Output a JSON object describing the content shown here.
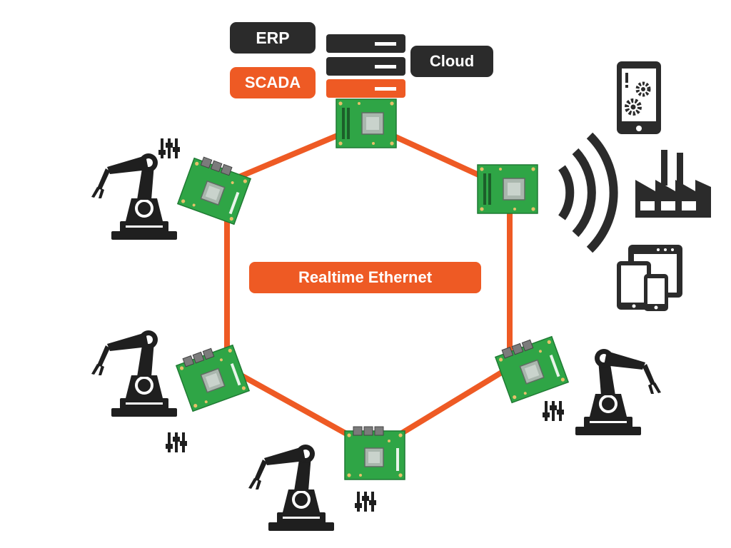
{
  "labels": {
    "erp": "ERP",
    "scada": "SCADA",
    "cloud": "Cloud",
    "network": "Realtime Ethernet"
  },
  "icons": {
    "server": "server-rack-icon",
    "board": "embedded-board-icon",
    "robot": "robot-arm-icon",
    "sliders": "sliders-control-icon",
    "wireless": "wireless-signal-icon",
    "phone": "smartphone-settings-icon",
    "factory": "factory-icon",
    "devices": "tablet-phone-icon"
  },
  "colors": {
    "accent": "#ee5a24",
    "dark": "#2b2b2b",
    "board": "#2fa546"
  }
}
